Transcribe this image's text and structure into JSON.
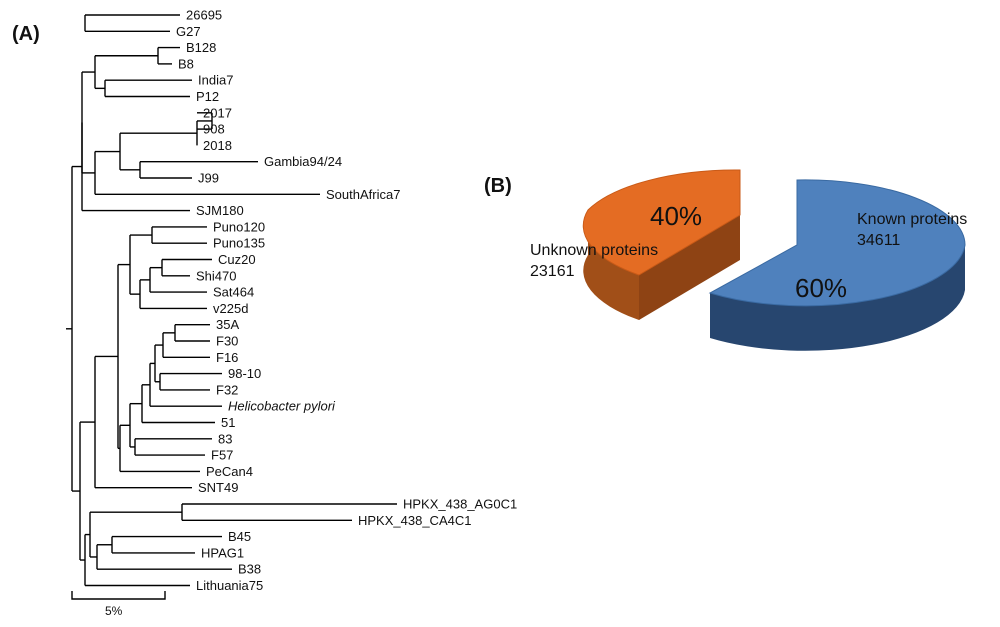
{
  "panels": {
    "a_label": "(A)",
    "b_label": "(B)"
  },
  "tree": {
    "leaves": [
      "26695",
      "G27",
      "B128",
      "B8",
      "India7",
      "P12",
      "2017",
      "908",
      "2018",
      "Gambia94/24",
      "J99",
      "SouthAfrica7",
      "SJM180",
      "Puno120",
      "Puno135",
      "Cuz20",
      "Shi470",
      "Sat464",
      "v225d",
      "35A",
      "F30",
      "F16",
      "98-10",
      "F32",
      "Helicobacter pylori",
      "51",
      "83",
      "F57",
      "PeCan4",
      "SNT49",
      "HPKX_438_AG0C1",
      "HPKX_438_CA4C1",
      "B45",
      "HPAG1",
      "B38",
      "Lithuania75"
    ],
    "scale_label": "5%"
  },
  "pie": {
    "known_pct": "60%",
    "unknown_pct": "40%",
    "known_label": "Known proteins",
    "known_count": "34611",
    "unknown_label": "Unknown proteins",
    "unknown_count": "23161",
    "colors": {
      "known": "#4F81BD",
      "unknown": "#E46C23"
    }
  }
}
